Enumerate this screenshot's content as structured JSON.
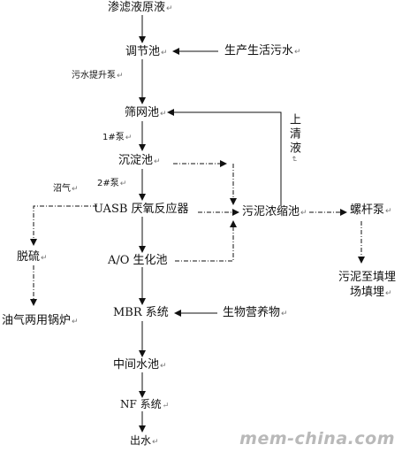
{
  "nodes": {
    "leachate": "渗滤液原液",
    "regulating_tank": "调节池",
    "domestic_sewage": "生产生活污水",
    "screen_tank": "筛网池",
    "settling_tank": "沉淀池",
    "uasb": "UASB 厌氧反应器",
    "sludge_thickener": "污泥浓缩池",
    "screw_pump": "螺杆泵",
    "ao_tank": "A/O 生化池",
    "desulfurization": "脱硫",
    "boiler": "油气两用锅炉",
    "sludge_landfill_line1": "污泥至填埋",
    "sludge_landfill_line2": "场填埋",
    "mbr": "MBR 系统",
    "nutrients": "生物营养物",
    "intermediate_tank": "中间水池",
    "nf": "NF 系统",
    "effluent": "出水"
  },
  "edge_labels": {
    "lift_pump": "污水提升泵",
    "pump1": "1#泵",
    "pump2": "2#泵",
    "biogas": "沼气",
    "supernatant": "上清液"
  },
  "watermark": "mem-china.com",
  "colors": {
    "line": "#111111",
    "watermark": "#b9b9b9"
  }
}
